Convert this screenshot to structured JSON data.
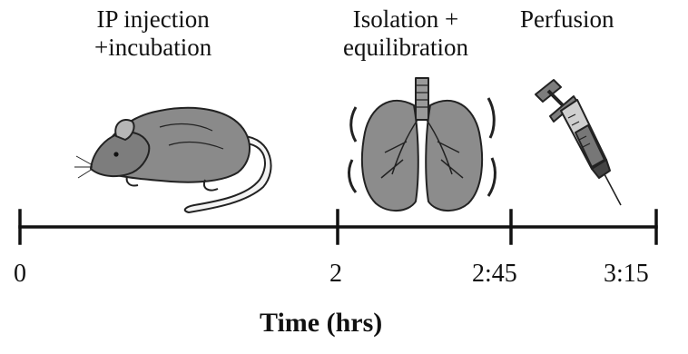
{
  "phases": [
    {
      "label_line1": "IP injection",
      "label_line2": "+incubation",
      "icon": "rat-icon"
    },
    {
      "label_line1": "Isolation +",
      "label_line2": "equilibration",
      "icon": "lungs-icon"
    },
    {
      "label_line1": "Perfusion",
      "label_line2": "",
      "icon": "syringe-icon"
    }
  ],
  "timeline": {
    "ticks": [
      "0",
      "2",
      "2:45",
      "3:15"
    ],
    "axis_label": "Time (hrs)"
  },
  "colors": {
    "line": "#111111",
    "figure_fill": "#8a8a8a",
    "figure_outline": "#222222"
  }
}
